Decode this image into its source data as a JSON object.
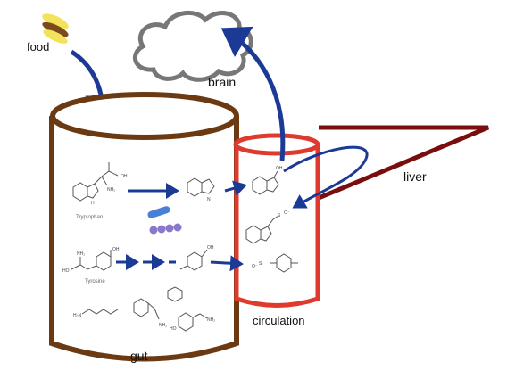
{
  "labels": {
    "food": "food",
    "brain": "brain",
    "liver": "liver",
    "gut": "gut",
    "circulation": "circulation"
  },
  "molecules": {
    "tryptophan": "Tryptophan",
    "tyrosine": "Tyrosine"
  },
  "colors": {
    "arrow_blue": "#1b3a96",
    "gut_brown": "#6b3a12",
    "circulation_red": "#e03a2e",
    "liver_dark_red": "#7a0d0d",
    "cloud_gray": "#777777",
    "bacteria_blue": "#4a7fd6",
    "bacteria_purple": "#8a78c8",
    "food_yellow": "#f2e35a",
    "food_brown": "#7a4a1e"
  },
  "icons": [
    "burger-icon",
    "cloud-icon",
    "bacteria-icon"
  ]
}
